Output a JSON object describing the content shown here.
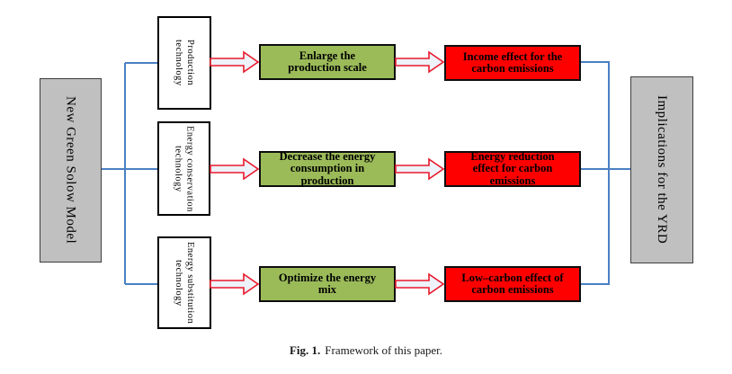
{
  "figure": {
    "caption_label": "Fig. 1.",
    "caption_text": "Framework of this paper."
  },
  "diagram": {
    "source": {
      "text": "New Green Solow Model"
    },
    "sink": {
      "text": "Implications for the YRD"
    },
    "rows": [
      {
        "technology_lines": [
          "Production",
          "technology"
        ],
        "action_lines": [
          "Enlarge the",
          "production scale"
        ],
        "effect_lines": [
          "Income effect for the",
          "carbon emissions"
        ]
      },
      {
        "technology_lines": [
          "Energy conservation",
          "technology"
        ],
        "action_lines": [
          "Decrease the energy",
          "consumption in",
          "production"
        ],
        "effect_lines": [
          "Energy reduction",
          "effect for carbon",
          "emissions"
        ]
      },
      {
        "technology_lines": [
          "Energy substitution",
          "technology"
        ],
        "action_lines": [
          "Optimize the energy",
          "mix"
        ],
        "effect_lines": [
          "Low–carbon effect of",
          "carbon emissions"
        ]
      }
    ]
  },
  "icons": {
    "flow_arrow": "block-arrow-right-icon"
  },
  "colors": {
    "source_sink_fill": "#c0c0c0",
    "action_fill": "#9bbb59",
    "effect_fill": "#fe0000",
    "connector_blue": "#4a80c4",
    "arrow_outline": "#e8192c",
    "arrow_fill": "#eef2fb",
    "text": "#000000"
  }
}
